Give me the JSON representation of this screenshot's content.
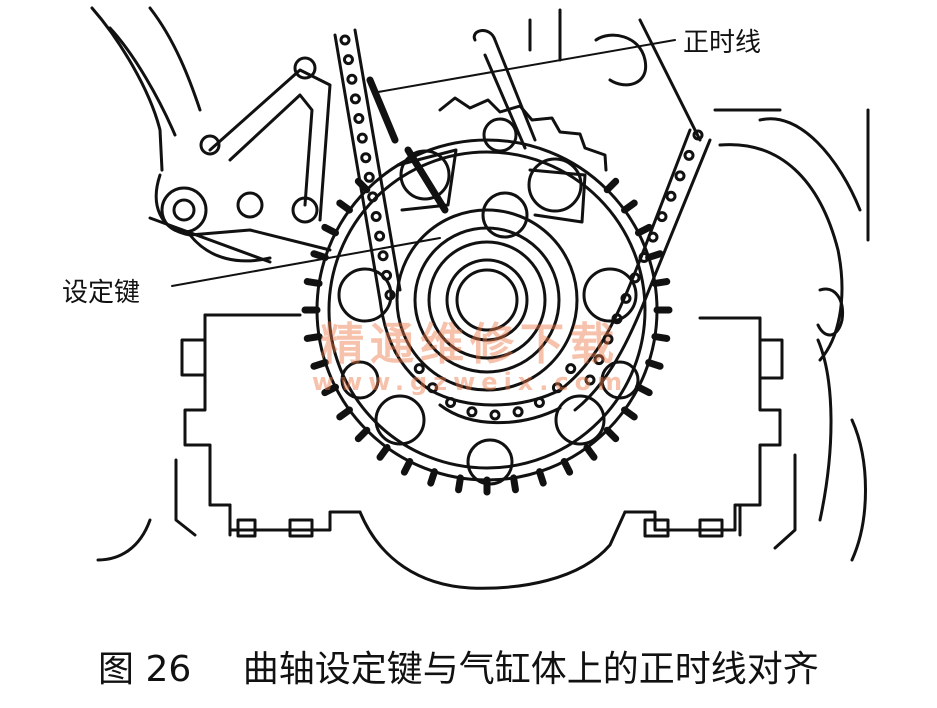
{
  "callouts": {
    "timing_line": "正时线",
    "setting_key": "设定键"
  },
  "caption": {
    "figure": "图 26",
    "text": "曲轴设定键与气缸体上的正时线对齐"
  },
  "watermark": {
    "text": "精通维修下载",
    "url": "www.gzweix.com"
  }
}
